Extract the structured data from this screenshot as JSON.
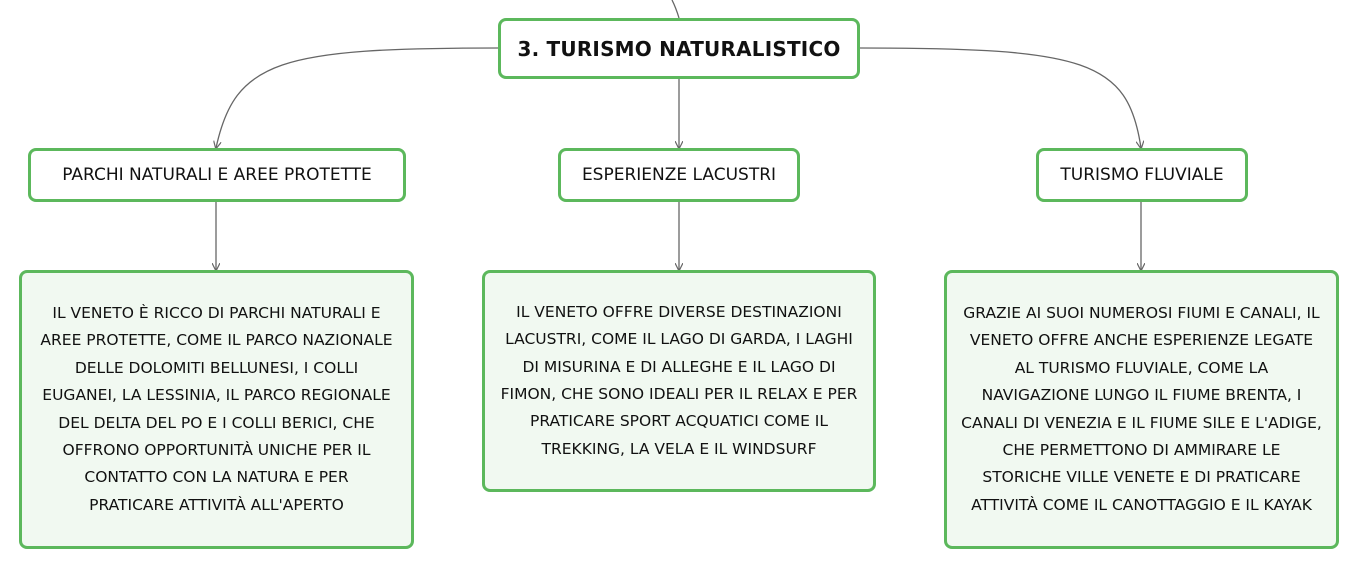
{
  "colors": {
    "border": "#5cb85c",
    "leaf_fill": "#f1f9f1",
    "connector": "#666666"
  },
  "root": {
    "title": "3. TURISMO NATURALISTICO"
  },
  "branches": [
    {
      "label": "PARCHI NATURALI E AREE PROTETTE",
      "details": [
        "IL VENETO È RICCO DI PARCHI NATURALI E",
        "AREE PROTETTE, COME IL PARCO NAZIONALE",
        "DELLE DOLOMITI BELLUNESI, I COLLI",
        "EUGANEI, LA LESSINIA, IL PARCO REGIONALE",
        "DEL DELTA DEL PO E I COLLI BERICI, CHE",
        "OFFRONO OPPORTUNITÀ UNICHE PER IL",
        "CONTATTO CON LA NATURA E PER",
        "PRATICARE ATTIVITÀ ALL'APERTO"
      ]
    },
    {
      "label": "ESPERIENZE LACUSTRI",
      "details": [
        "IL VENETO OFFRE DIVERSE DESTINAZIONI",
        "LACUSTRI, COME IL LAGO DI GARDA, I LAGHI",
        "DI MISURINA E DI ALLEGHE E IL LAGO DI",
        "FIMON, CHE SONO IDEALI PER IL RELAX E PER",
        "PRATICARE SPORT ACQUATICI COME IL",
        "TREKKING, LA VELA E IL WINDSURF"
      ]
    },
    {
      "label": "TURISMO FLUVIALE",
      "details": [
        "GRAZIE AI SUOI NUMEROSI FIUMI E CANALI, IL",
        "VENETO OFFRE ANCHE ESPERIENZE LEGATE",
        "AL TURISMO FLUVIALE, COME LA",
        "NAVIGAZIONE LUNGO IL FIUME BRENTA, I",
        "CANALI DI VENEZIA E IL FIUME SILE E L'ADIGE,",
        "CHE PERMETTONO DI AMMIRARE LE",
        "STORICHE VILLE VENETE E DI PRATICARE",
        "ATTIVITÀ COME IL CANOTTAGGIO E IL KAYAK"
      ]
    }
  ]
}
